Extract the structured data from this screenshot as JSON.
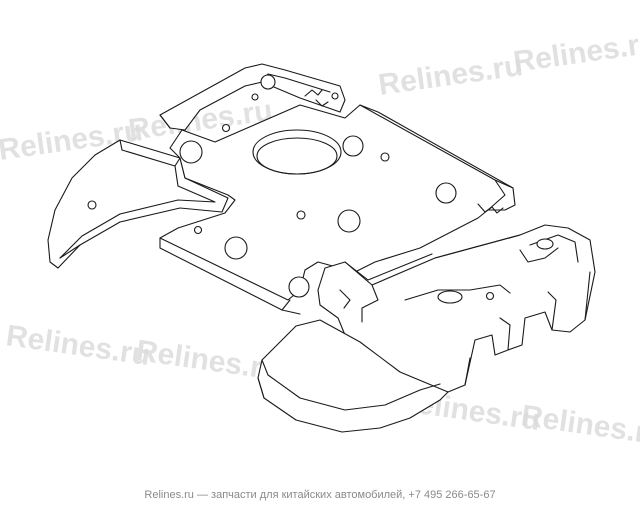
{
  "watermark": {
    "text": "Relines.ru",
    "color": "#dcdcdc"
  },
  "footer": {
    "site": "Relines.ru",
    "caption": " — запчасти для китайских автомобилей, +7 495 266-65-67"
  },
  "drawing": {
    "line_color": "#1a1a1a",
    "background": "#ffffff"
  }
}
